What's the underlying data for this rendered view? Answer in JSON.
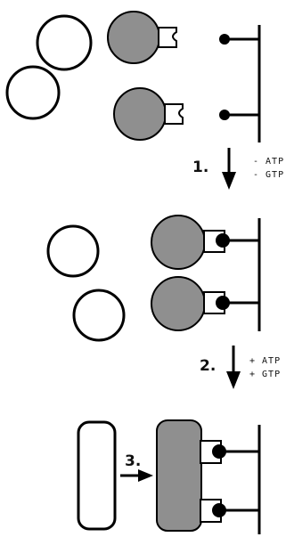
{
  "steps": [
    {
      "number": "1.",
      "conditions": [
        "- ATP",
        "- GTP"
      ]
    },
    {
      "number": "2.",
      "conditions": [
        "+ ATP",
        "+ GTP"
      ]
    },
    {
      "number": "3.",
      "conditions": []
    }
  ],
  "colors": {
    "stroke": "#000000",
    "vesicle_fill": "#8f8f8f",
    "background": "#ffffff"
  }
}
